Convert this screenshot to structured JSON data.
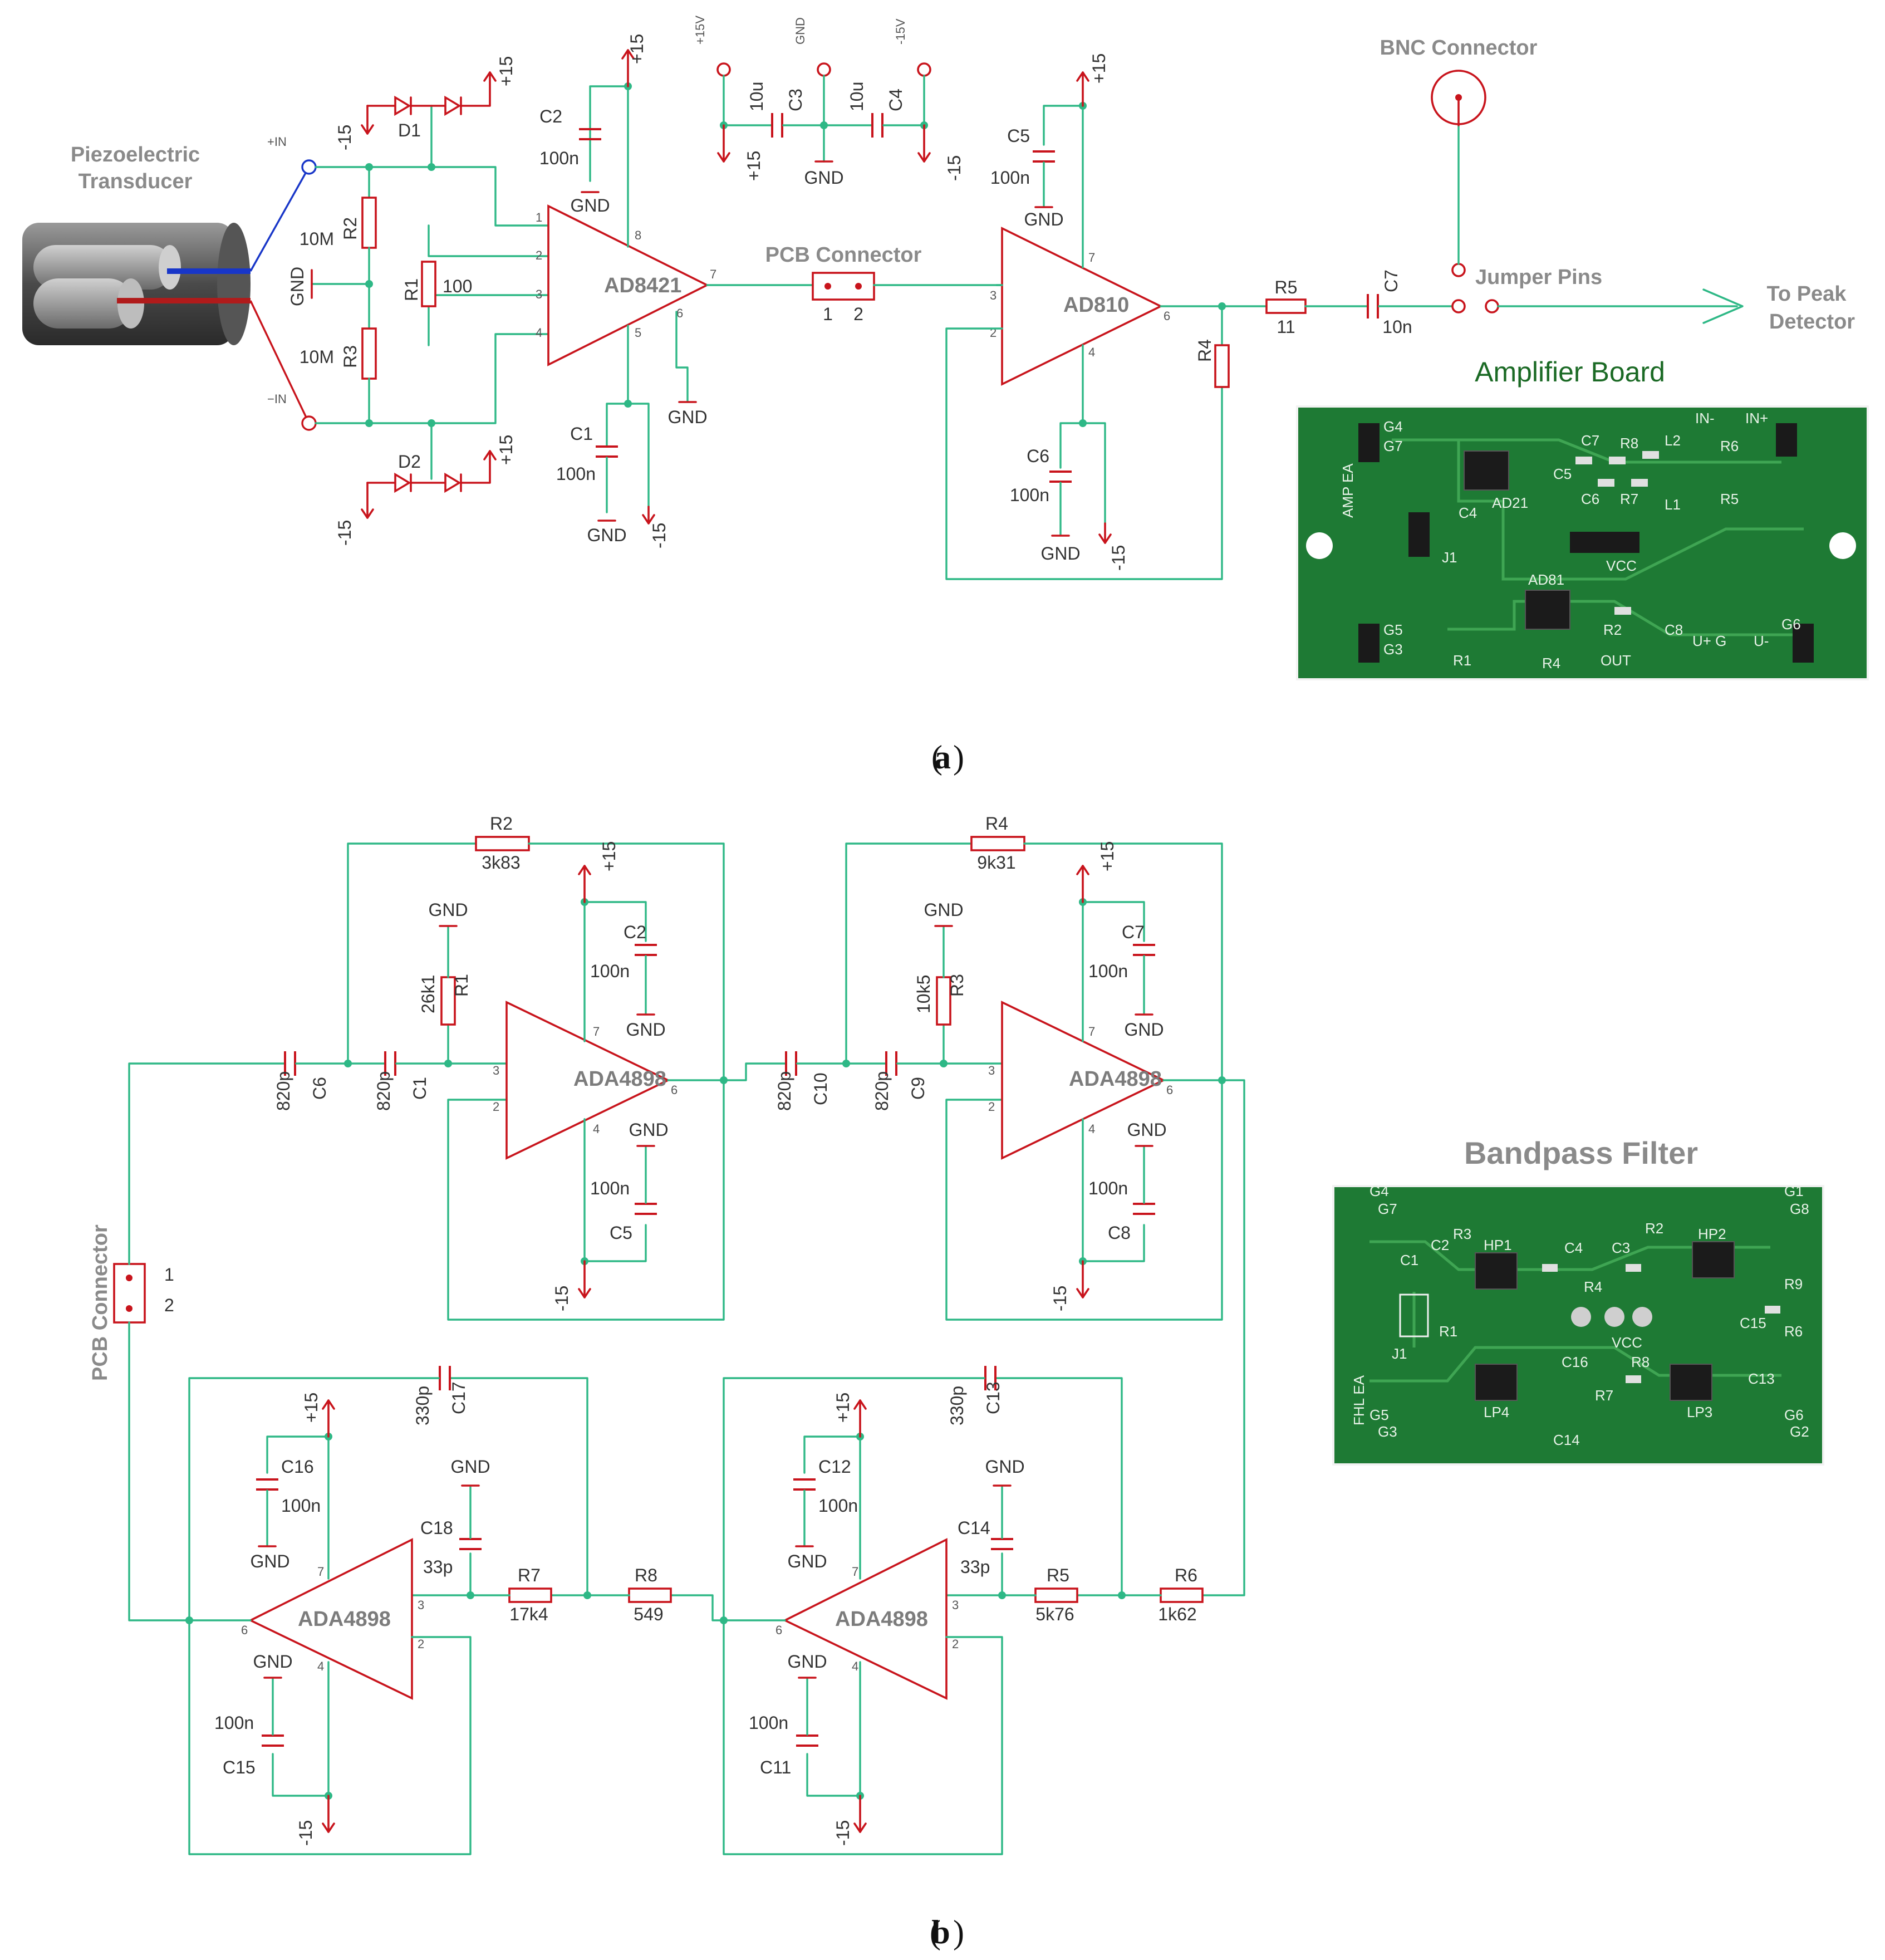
{
  "panel_a": {
    "caption_open": "(",
    "caption_letter": "a",
    "caption_close": ")",
    "transducer": "Piezoelectric",
    "transducer2": "Transducer",
    "in_plus": "+IN",
    "in_minus": "−IN",
    "gnd": "GND",
    "minus15": "-15",
    "plus15": "+15",
    "r2": "R2",
    "r2v": "10M",
    "r3": "R3",
    "r3v": "10M",
    "r1": "R1",
    "r1v": "100",
    "d1": "D1",
    "d2": "D2",
    "ic1": "AD8421",
    "c2": "C2",
    "c2v": "100n",
    "c1": "C1",
    "c1v": "100n",
    "pcb_connector": "PCB Connector",
    "pin1": "1",
    "pin2": "2",
    "sup_p15v": "+15V",
    "sup_gnd": "GND",
    "sup_m15v": "-15V",
    "c3": "C3",
    "c3v": "10u",
    "c4": "C4",
    "c4v": "10u",
    "ic2": "AD810",
    "c5": "C5",
    "c5v": "100n",
    "c6": "C6",
    "c6v": "100n",
    "r4": "R4",
    "r5": "R5",
    "r5v": "11",
    "c7": "C7",
    "c7v": "10n",
    "bnc": "BNC Connector",
    "jumper": "Jumper Pins",
    "to_peak": "To Peak",
    "to_peak2": "Detector",
    "board_title": "Amplifier Board",
    "pins": [
      "1",
      "2",
      "3",
      "4",
      "5",
      "6",
      "7",
      "8"
    ],
    "board_labels": [
      "G4",
      "G7",
      "G5",
      "G3",
      "G6",
      "IN-",
      "IN+",
      "R6",
      "R5",
      "L2",
      "L1",
      "R8",
      "R7",
      "C7",
      "C6",
      "C5",
      "C4",
      "J1",
      "AD21",
      "AD81",
      "VCC",
      "R1",
      "R2",
      "R4",
      "C8",
      "OUT",
      "U+ G",
      "U-",
      "AMP EA"
    ]
  },
  "panel_b": {
    "caption_open": "(",
    "caption_letter": "b",
    "caption_close": ")",
    "ic": "ADA4898",
    "pcb_connector": "PCB Connector",
    "pin1": "1",
    "pin2": "2",
    "r2": "R2",
    "r2v": "3k83",
    "r4": "R4",
    "r4v": "9k31",
    "r1": "R1",
    "r1v": "26k1",
    "r3": "R3",
    "r3v": "10k5",
    "c6": "C6",
    "c1": "C1",
    "c10": "C10",
    "c9": "C9",
    "c820": "820p",
    "c2": "C2",
    "c5": "C5",
    "c7": "C7",
    "c8": "C8",
    "c100n": "100n",
    "gnd": "GND",
    "plus15": "+15",
    "minus15": "-15",
    "c17": "C17",
    "c13": "C13",
    "c330": "330p",
    "c16": "C16",
    "c12": "C12",
    "c15": "C15",
    "c11": "C11",
    "c18": "C18",
    "c14": "C14",
    "c33": "33p",
    "r7": "R7",
    "r7v": "17k4",
    "r8": "R8",
    "r8v": "549",
    "r5": "R5",
    "r5v": "5k76",
    "r6": "R6",
    "r6v": "1k62",
    "board_title": "Bandpass Filter",
    "board_labels": [
      "G4",
      "G7",
      "G1",
      "G8",
      "G5",
      "G3",
      "G6",
      "G2",
      "C1",
      "C2",
      "R3",
      "HP1",
      "C4",
      "C3",
      "R2",
      "HP2",
      "R4",
      "R9",
      "R6",
      "C15",
      "R1",
      "J1",
      "VCC",
      "C16",
      "R8",
      "C13",
      "LP4",
      "LP3",
      "R7",
      "C14",
      "FHL EA"
    ]
  },
  "colors": {
    "wire": "#2eb886",
    "component": "#c8141c",
    "label_gray": "#8a8a8a",
    "pcb_green": "#1e7a34"
  }
}
